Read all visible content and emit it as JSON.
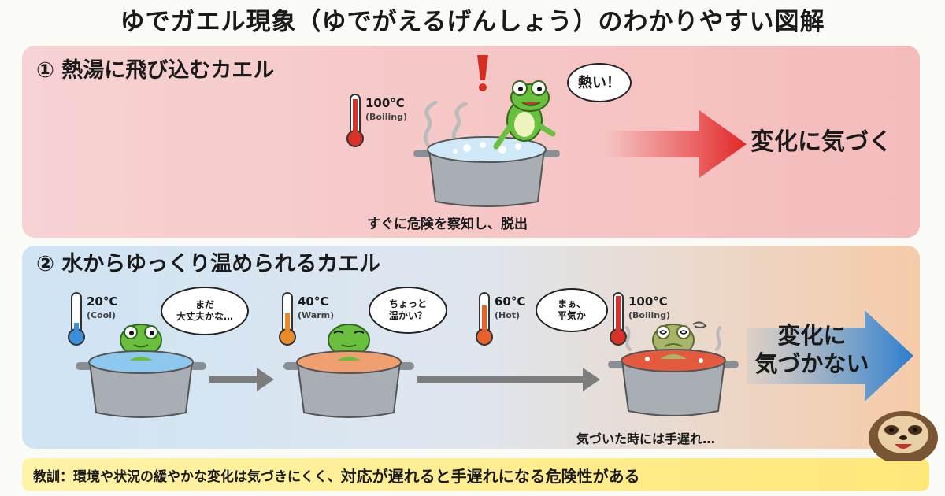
{
  "title": "ゆでガエル現象（ゆでがえるげんしょう）のわかりやすい図解",
  "section1": {
    "heading": "① 熱湯に飛び込むカエル",
    "thermometer": {
      "temp": "100°C",
      "label": "(Boiling)",
      "color": "#d9322b",
      "level": 0.95
    },
    "speech": "熱い！",
    "caption": "すぐに危険を察知し、脱出",
    "result": "変化に気づく"
  },
  "section2": {
    "heading": "② 水からゆっくり温められるカエル",
    "stages": [
      {
        "temp": "20°C",
        "label": "(Cool)",
        "color": "#3a8fd8",
        "level": 0.2,
        "speech": "まだ\n大丈夫かな…",
        "water": "#8fc8ee"
      },
      {
        "temp": "40°C",
        "label": "(Warm)",
        "color": "#e8892a",
        "level": 0.45,
        "speech": "ちょっと\n温かい？",
        "water": "#f0a070"
      },
      {
        "temp": "60°C",
        "label": "(Hot)",
        "color": "#e8602a",
        "level": 0.65,
        "speech": "まぁ、\n平気か",
        "water": ""
      },
      {
        "temp": "100°C",
        "label": "(Boiling)",
        "color": "#d9322b",
        "level": 0.95,
        "speech": "",
        "water": "#e45a3e"
      }
    ],
    "caption": "気づいた時には手遅れ…",
    "result": "変化に\n気づかない"
  },
  "lesson": {
    "part1": "教訓：環境や状況の緩やかな変化は気づきにくく、",
    "part2": "対応が遅れると手遅れになる危険性がある"
  }
}
